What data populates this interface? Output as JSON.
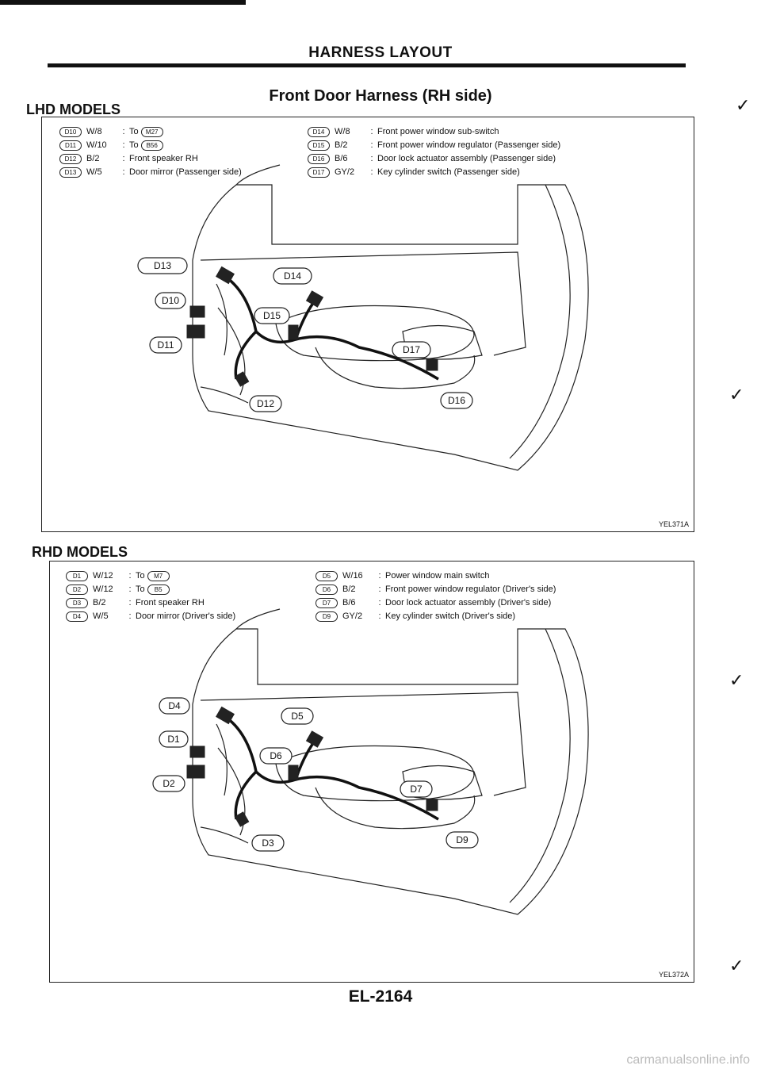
{
  "page": {
    "header_title": "HARNESS LAYOUT",
    "section_title": "Front Door Harness (RH side)",
    "page_number": "EL-2164",
    "watermark": "carmanualsonline.info"
  },
  "lhd": {
    "title": "LHD MODELS",
    "figure_ref": "YEL371A",
    "left_items": [
      {
        "id": "D10",
        "wire": "W/8",
        "desc": "To",
        "to": "M27"
      },
      {
        "id": "D11",
        "wire": "W/10",
        "desc": "To",
        "to": "B56"
      },
      {
        "id": "D12",
        "wire": "B/2",
        "desc": "Front speaker RH",
        "to": ""
      },
      {
        "id": "D13",
        "wire": "W/5",
        "desc": "Door mirror (Passenger side)",
        "to": ""
      }
    ],
    "right_items": [
      {
        "id": "D14",
        "wire": "W/8",
        "desc": "Front power window sub-switch"
      },
      {
        "id": "D15",
        "wire": "B/2",
        "desc": "Front power window regulator (Passenger side)"
      },
      {
        "id": "D16",
        "wire": "B/6",
        "desc": "Door lock actuator assembly (Passenger side)"
      },
      {
        "id": "D17",
        "wire": "GY/2",
        "desc": "Key cylinder switch (Passenger side)"
      }
    ],
    "callouts": [
      "D13",
      "D10",
      "D11",
      "D14",
      "D15",
      "D17",
      "D12",
      "D16"
    ]
  },
  "rhd": {
    "title": "RHD MODELS",
    "figure_ref": "YEL372A",
    "left_items": [
      {
        "id": "D1",
        "wire": "W/12",
        "desc": "To",
        "to": "M7"
      },
      {
        "id": "D2",
        "wire": "W/12",
        "desc": "To",
        "to": "B5"
      },
      {
        "id": "D3",
        "wire": "B/2",
        "desc": "Front speaker RH",
        "to": ""
      },
      {
        "id": "D4",
        "wire": "W/5",
        "desc": "Door mirror (Driver's side)",
        "to": ""
      }
    ],
    "right_items": [
      {
        "id": "D5",
        "wire": "W/16",
        "desc": "Power window main switch"
      },
      {
        "id": "D6",
        "wire": "B/2",
        "desc": "Front power window regulator (Driver's side)"
      },
      {
        "id": "D7",
        "wire": "B/6",
        "desc": "Door lock actuator assembly (Driver's side)"
      },
      {
        "id": "D9",
        "wire": "GY/2",
        "desc": "Key cylinder switch (Driver's side)"
      }
    ],
    "callouts": [
      "D4",
      "D1",
      "D2",
      "D5",
      "D6",
      "D7",
      "D3",
      "D9"
    ]
  }
}
